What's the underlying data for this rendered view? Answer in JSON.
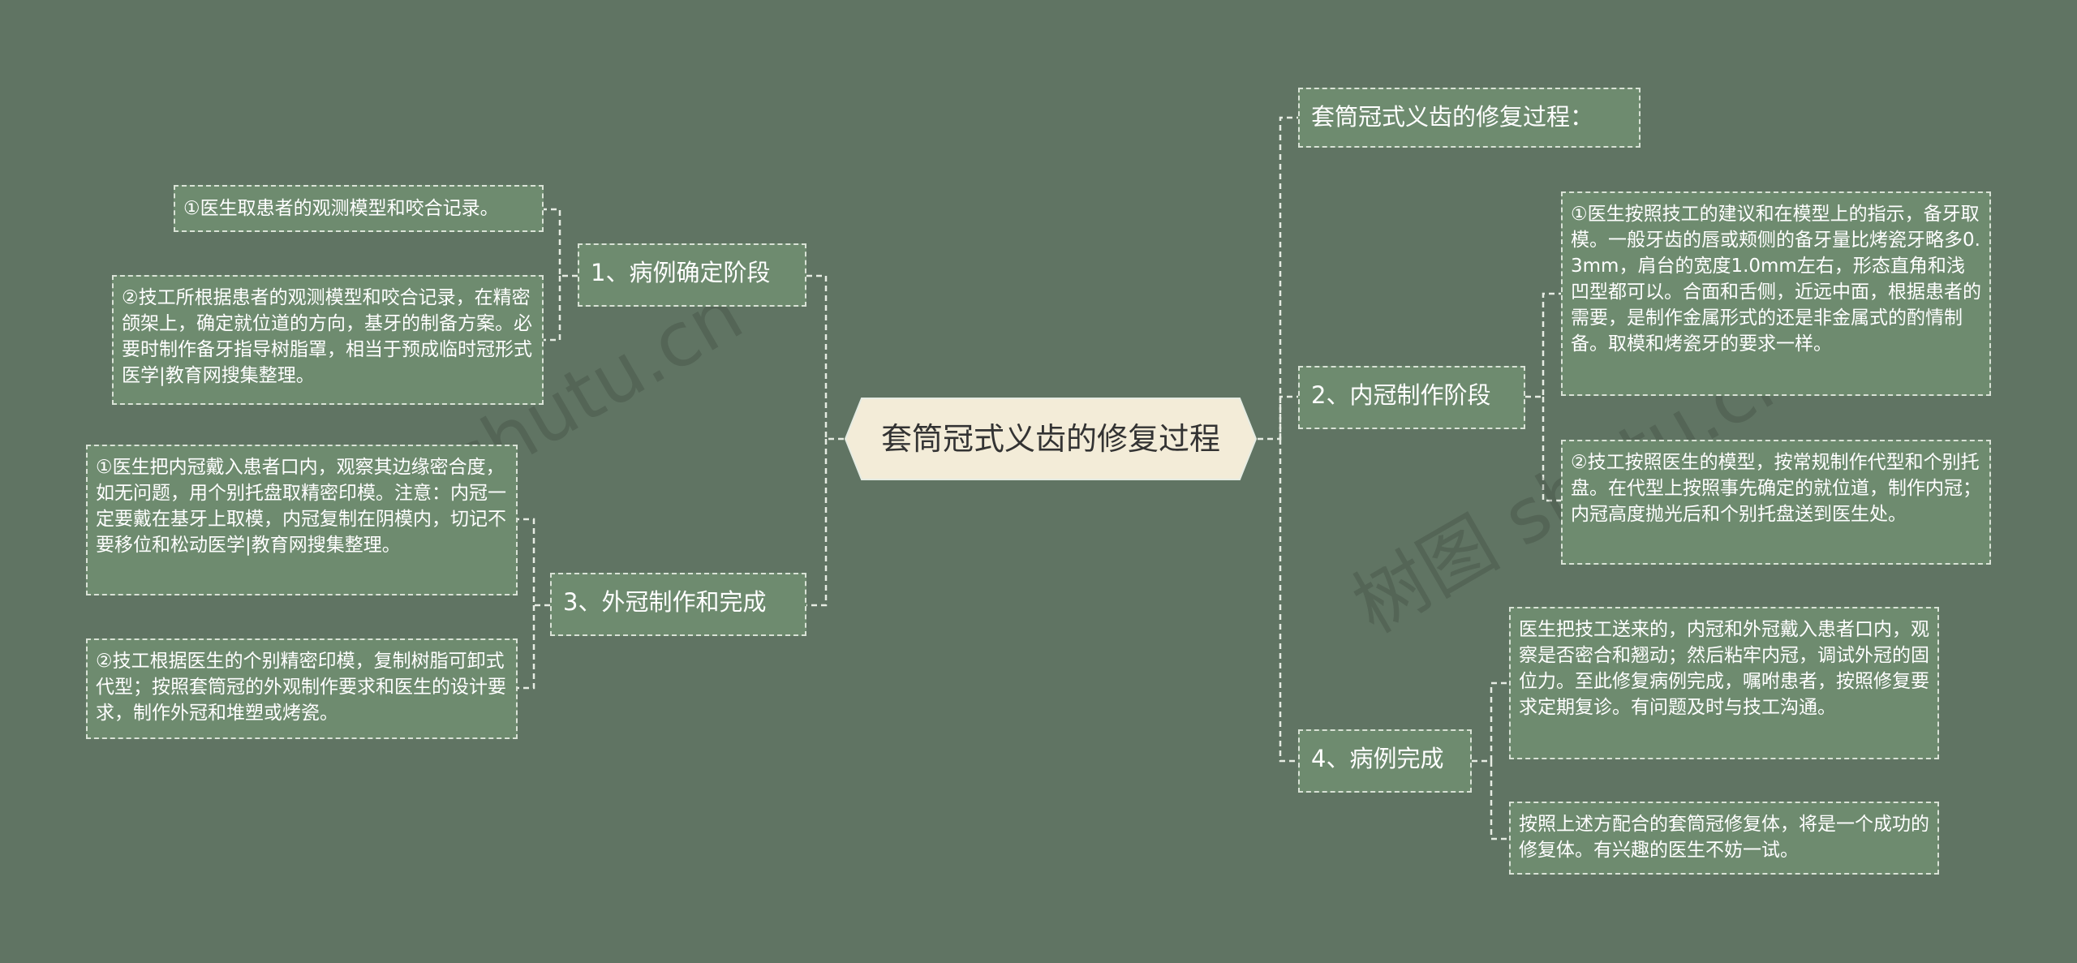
{
  "center": {
    "title": "套筒冠式义齿的修复过程"
  },
  "right_intro": "套筒冠式义齿的修复过程：",
  "branches": {
    "b1": {
      "label": "1、病例确定阶段",
      "leaves": [
        "①医生取患者的观测模型和咬合记录。",
        "②技工所根据患者的观测模型和咬合记录，在精密颌架上，确定就位道的方向，基牙的制备方案。必要时制作备牙指导树脂罩，相当于预成临时冠形式医学|教育网搜集整理。"
      ]
    },
    "b2": {
      "label": "2、内冠制作阶段",
      "leaves": [
        "①医生按照技工的建议和在模型上的指示，备牙取模。一般牙齿的唇或颊侧的备牙量比烤瓷牙略多0.3mm，肩台的宽度1.0mm左右，形态直角和浅凹型都可以。合面和舌侧，近远中面，根据患者的需要，是制作金属形式的还是非金属式的酌情制备。取模和烤瓷牙的要求一样。",
        "②技工按照医生的模型，按常规制作代型和个别托盘。在代型上按照事先确定的就位道，制作内冠；内冠高度抛光后和个别托盘送到医生处。"
      ]
    },
    "b3": {
      "label": "3、外冠制作和完成",
      "leaves": [
        "①医生把内冠戴入患者口内，观察其边缘密合度，如无问题，用个别托盘取精密印模。注意：内冠一定要戴在基牙上取模，内冠复制在阴模内，切记不要移位和松动医学|教育网搜集整理。",
        "②技工根据医生的个别精密印模，复制树脂可卸式代型；按照套筒冠的外观制作要求和医生的设计要求，制作外冠和堆塑或烤瓷。"
      ]
    },
    "b4": {
      "label": "4、病例完成",
      "leaves": [
        "医生把技工送来的，内冠和外冠戴入患者口内，观察是否密合和翘动；然后粘牢内冠，调试外冠的固位力。至此修复病例完成，嘱咐患者，按照修复要求定期复诊。有问题及时与技工沟通。",
        "按照上述方配合的套筒冠修复体，将是一个成功的修复体。有兴趣的医生不妨一试。"
      ]
    }
  },
  "watermarks": [
    "树图 shutu.cn",
    "树图 shutu.cn"
  ],
  "colors": {
    "background": "#607463",
    "node_fill": "#6e8b6f",
    "node_border": "#d9e2d6",
    "center_fill": "#f3ecd8",
    "center_text": "#333333",
    "connector": "#e6ece3"
  }
}
